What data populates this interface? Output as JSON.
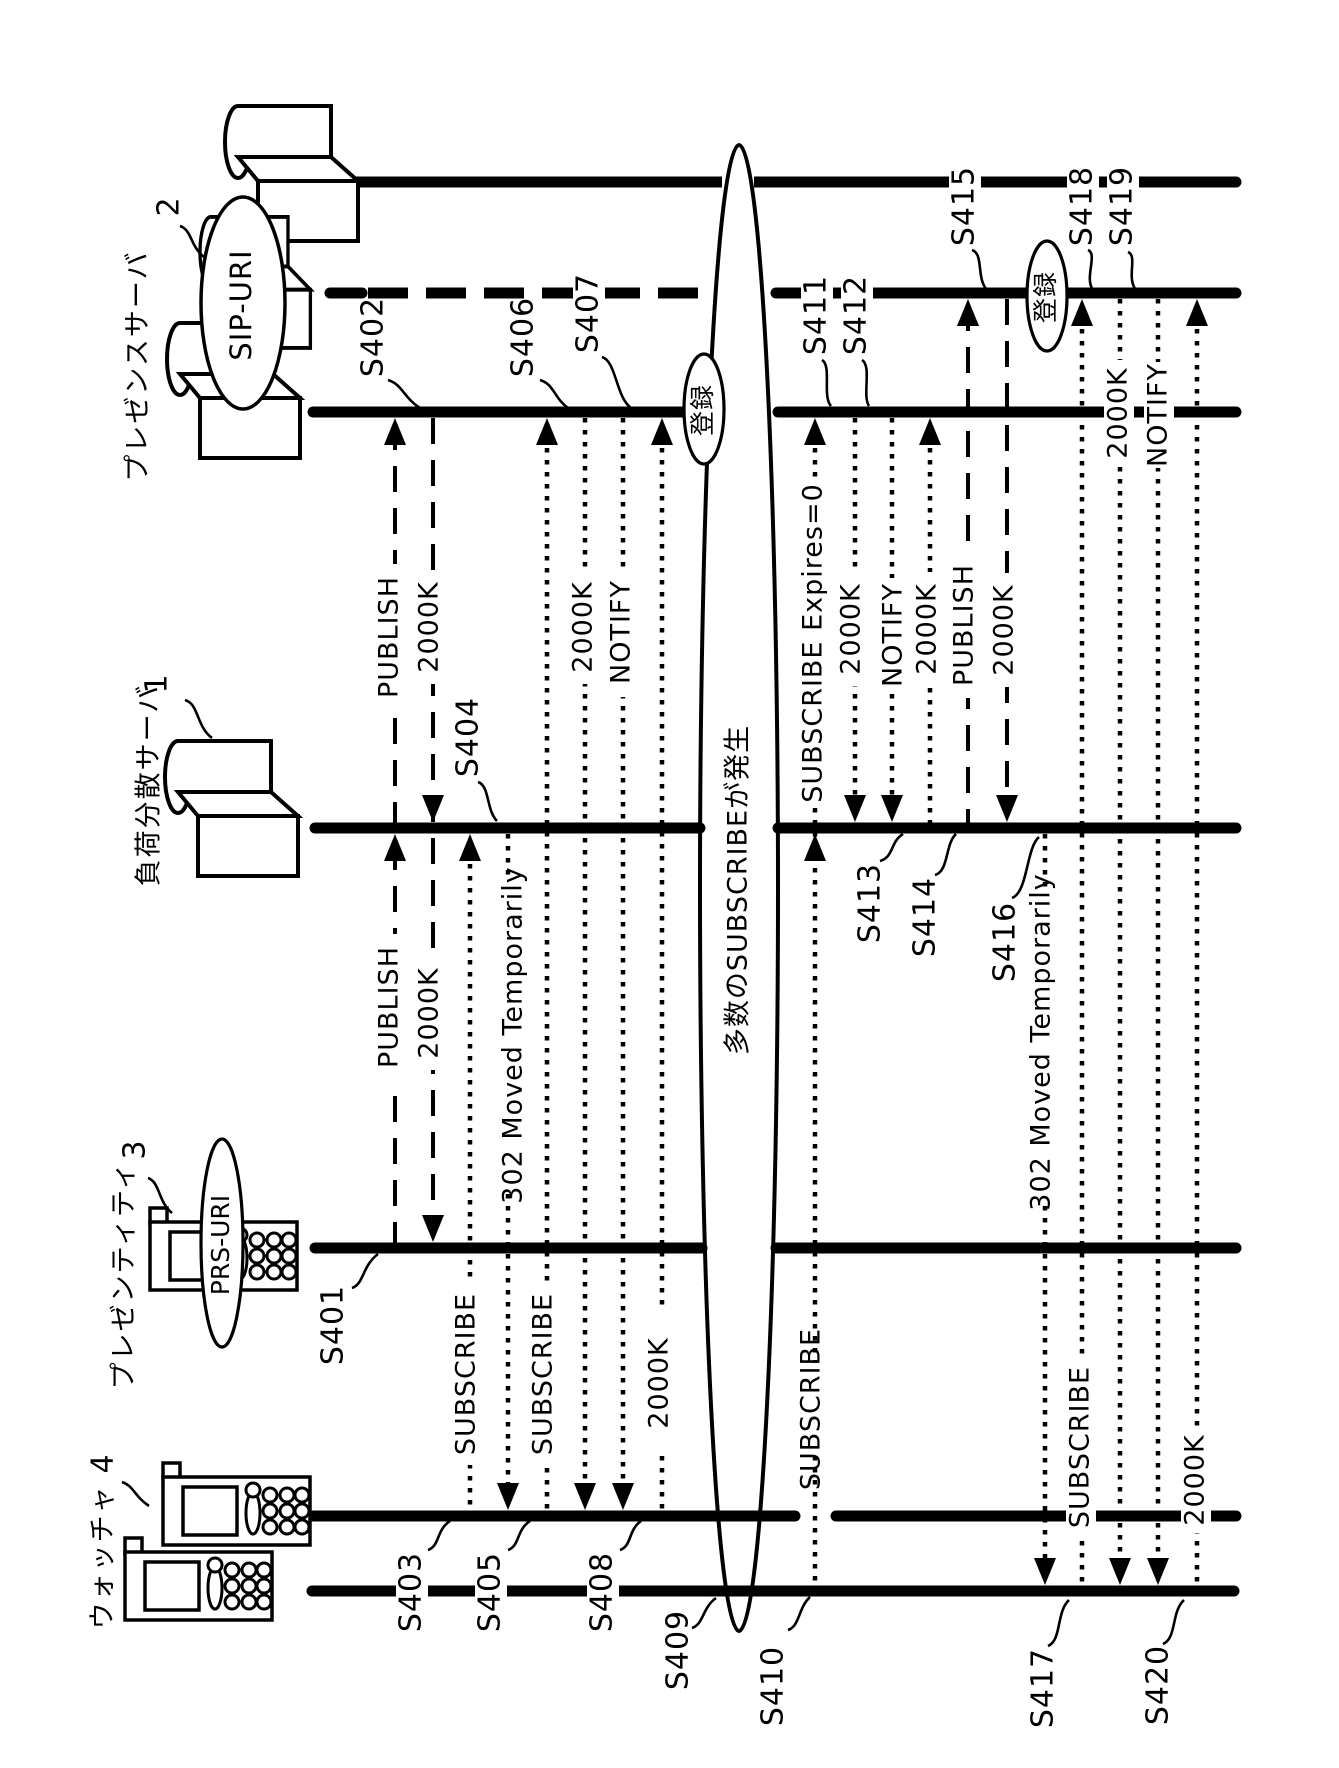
{
  "entities": {
    "presence_server": {
      "label": "プレゼンスサーバ",
      "ref": "2",
      "uri": "SIP-URI"
    },
    "load_balancer": {
      "label": "負荷分散サーバ",
      "ref": "1"
    },
    "presentity": {
      "label": "プレゼンティティ",
      "ref": "3",
      "uri": "PRS-URI"
    },
    "watcher": {
      "label": "ウォッチャ",
      "ref": "4"
    }
  },
  "annotations": {
    "registration": "登録",
    "mass_subscribe": "多数のSUBSCRIBEが発生"
  },
  "messages": {
    "publish": "PUBLISH",
    "ok": "2000K",
    "subscribe": "SUBSCRIBE",
    "subscribe_expires0": "SUBSCRIBE Expires=0",
    "moved_temporarily": "302 Moved Temporarily",
    "notify": "NOTIFY"
  },
  "steps": {
    "s401": "S401",
    "s402": "S402",
    "s403": "S403",
    "s404": "S404",
    "s405": "S405",
    "s406": "S406",
    "s407": "S407",
    "s408": "S408",
    "s409": "S409",
    "s410": "S410",
    "s411": "S411",
    "s412": "S412",
    "s413": "S413",
    "s414": "S414",
    "s415": "S415",
    "s416": "S416",
    "s417": "S417",
    "s418": "S418",
    "s419": "S419",
    "s420": "S420"
  }
}
